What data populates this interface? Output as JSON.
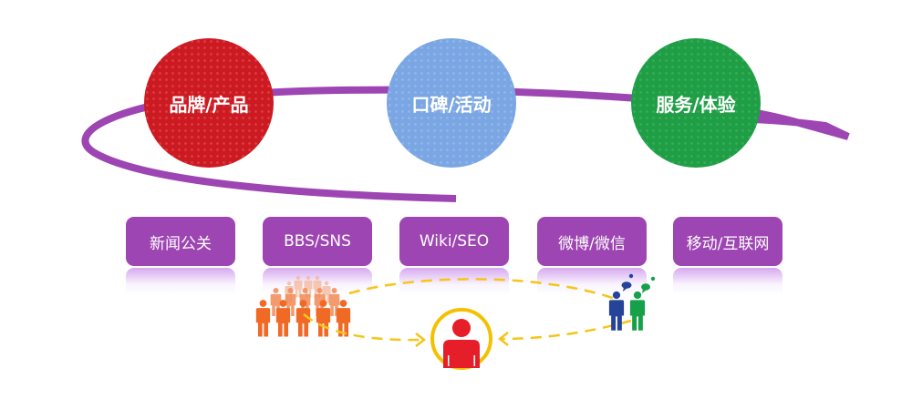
{
  "diagram": {
    "colors": {
      "orbit": "#9d45b2",
      "brand": "#cc1a22",
      "wom": "#7aa6e3",
      "service": "#1f9e46",
      "channel_box": "#9d45b2",
      "flow_arrow": "#f5c518",
      "crowd": "#f06a26",
      "user": "#e61e2a",
      "user_ring": "#f5c000",
      "social_blue": "#26439a",
      "social_green": "#17a04a"
    },
    "stages": [
      {
        "label": "品牌/产品",
        "icon": "red-circle"
      },
      {
        "label": "口碑/活动",
        "icon": "blue-circle"
      },
      {
        "label": "服务/体验",
        "icon": "green-circle"
      }
    ],
    "channels": [
      {
        "label": "新闻公关"
      },
      {
        "label": "BBS/SNS"
      },
      {
        "label": "Wiki/SEO"
      },
      {
        "label": "微博/微信"
      },
      {
        "label": "移动/互联网"
      }
    ],
    "icons": {
      "crowd": "crowd-icon",
      "user": "user-icon",
      "social_pair": "chatting-people-icon"
    }
  }
}
